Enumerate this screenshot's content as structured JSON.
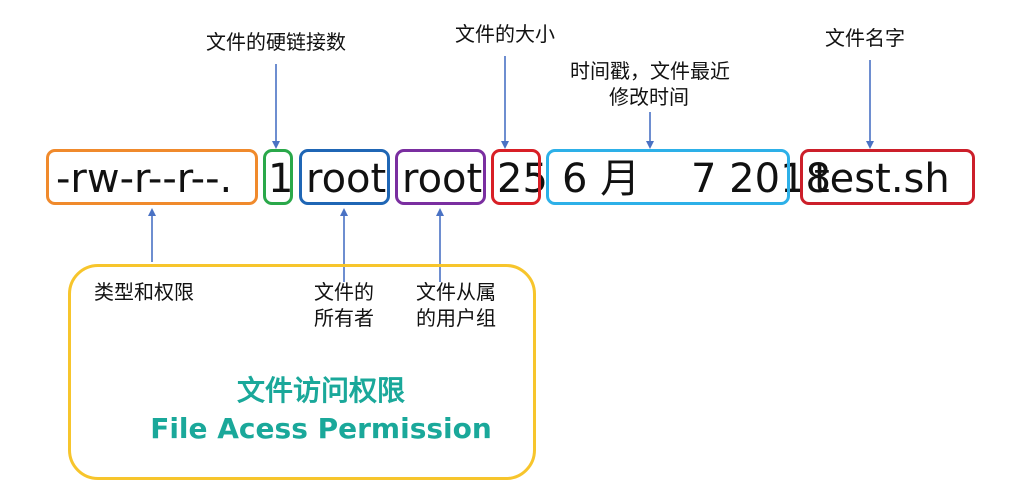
{
  "fields": [
    {
      "text": "-rw-r--r--.",
      "color": "#f08a2c"
    },
    {
      "text": "1",
      "color": "#2aa84a"
    },
    {
      "text": "root",
      "color": "#1f66b5"
    },
    {
      "text": "root",
      "color": "#7a2ea0"
    },
    {
      "text": "25",
      "color": "#d81f26"
    },
    {
      "text": "6 月    7 2018",
      "color": "#2db0e8"
    },
    {
      "text": "test.sh",
      "color": "#cc1f2a"
    }
  ],
  "labels": {
    "hard_links": "文件的硬链接数",
    "size": "文件的大小",
    "timestamp_line1": "时间戳，文件最近",
    "timestamp_line2": "修改时间",
    "filename": "文件名字",
    "type_permission": "类型和权限",
    "owner_line1": "文件的",
    "owner_line2": "所有者",
    "group_line1": "文件从属",
    "group_line2": "的用户组"
  },
  "legend": {
    "title_cn": "文件访问权限",
    "title_en": "File Acess Permission",
    "border_color": "#f7c52c",
    "text_color": "#1aa89a"
  },
  "arrow_color": "#4a72c4"
}
